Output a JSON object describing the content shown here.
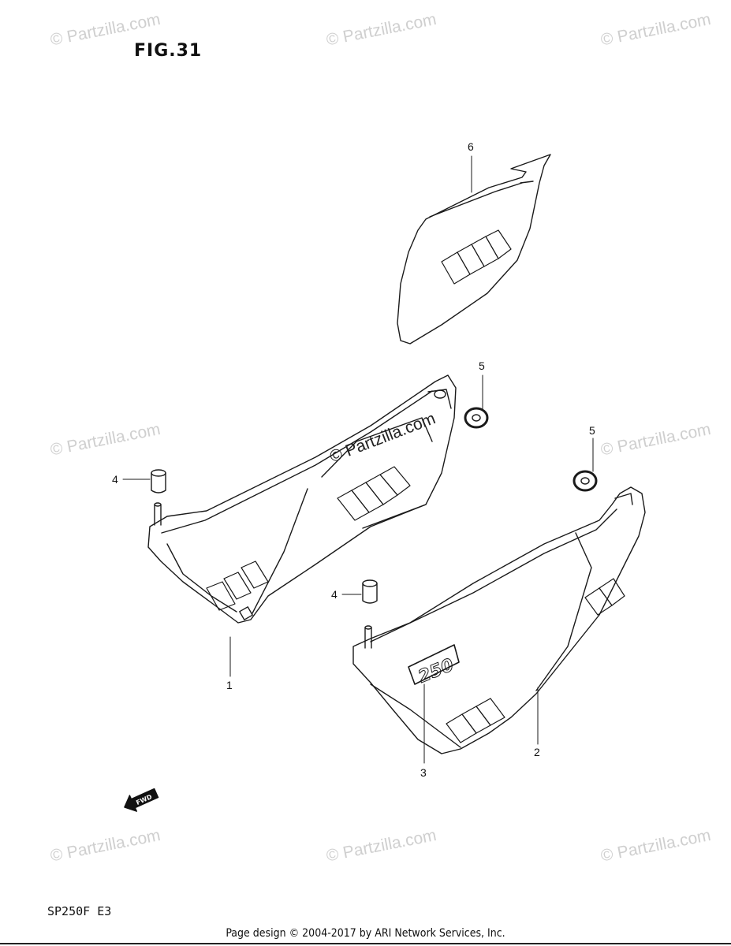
{
  "figure_title": "FIG.31",
  "model_code": "SP250F  E3",
  "footer_text": "Page design © 2004-2017 by ARI Network Services, Inc.",
  "watermark_text": "© Partzilla.com",
  "center_watermark_text": "© Partzilla.com",
  "emblem_text": "250",
  "fwd_arrow_text": "FWD",
  "callouts": [
    {
      "label": "1"
    },
    {
      "label": "2"
    },
    {
      "label": "3"
    },
    {
      "label": "4"
    },
    {
      "label": "4"
    },
    {
      "label": "5"
    },
    {
      "label": "5"
    },
    {
      "label": "6"
    }
  ]
}
